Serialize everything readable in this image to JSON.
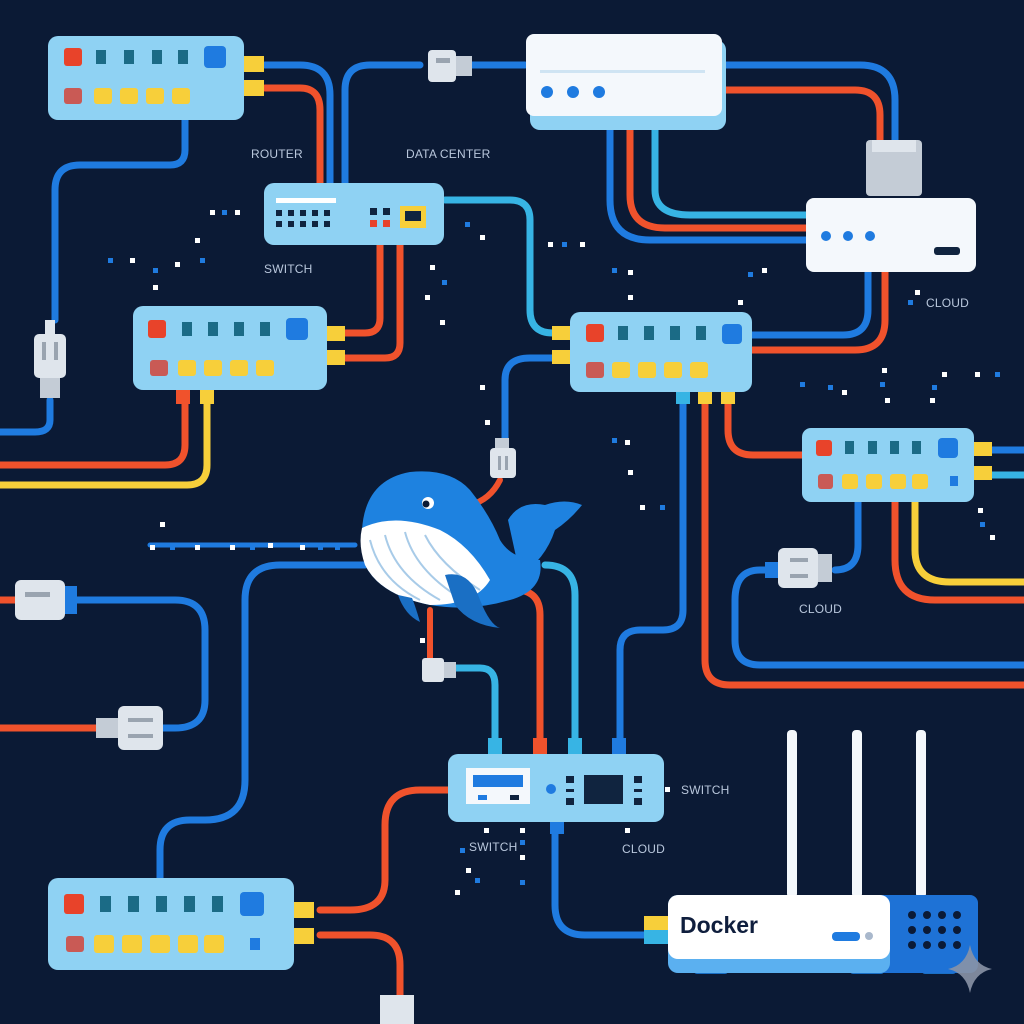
{
  "diagram": {
    "title": "Docker network illustration",
    "background": "#0b1a35",
    "colors": {
      "cable_blue": "#1f7be0",
      "cable_red": "#f0522c",
      "cable_yellow": "#f7cf3a",
      "cable_cyan": "#37b4e4",
      "device_light": "#8fd2f3",
      "device_white": "#f4f8fc",
      "whale_blue": "#1e82e0"
    },
    "labels": {
      "router": "ROUTER",
      "data_center": "DATA CENTER",
      "switch_top": "SWITCH",
      "cloud_right_top": "CLOUD",
      "cloud_right_mid": "CLOUD",
      "switch_bottom_right": "SWITCH",
      "switch_bottom_left": "SWITCH",
      "cloud_bottom": "CLOUD"
    },
    "brand": {
      "device_label": "Docker"
    },
    "nodes": [
      {
        "id": "switch-top-left",
        "type": "switch"
      },
      {
        "id": "switch-mid-left",
        "type": "switch"
      },
      {
        "id": "switch-center",
        "type": "switch"
      },
      {
        "id": "switch-right",
        "type": "switch"
      },
      {
        "id": "switch-bottom-left",
        "type": "switch"
      },
      {
        "id": "router-top",
        "type": "router"
      },
      {
        "id": "router-center",
        "type": "router"
      },
      {
        "id": "server-top",
        "type": "server"
      },
      {
        "id": "server-right",
        "type": "server"
      },
      {
        "id": "hub-bottom",
        "type": "hub"
      },
      {
        "id": "docker-router",
        "type": "wifi-router"
      },
      {
        "id": "whale",
        "type": "mascot"
      }
    ]
  }
}
